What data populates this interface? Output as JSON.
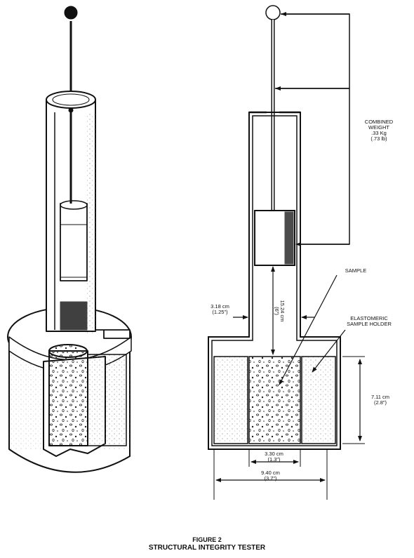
{
  "figure": {
    "number": "FIGURE 2",
    "title": "STRUCTURAL INTEGRITY TESTER"
  },
  "labels": {
    "combined_weight": [
      "COMBINED",
      "WEIGHT",
      ".33 Kg",
      "(.73 lb)"
    ],
    "sample": "SAMPLE",
    "sample_holder": [
      "ELASTOMERIC",
      "SAMPLE HOLDER"
    ],
    "wall_gap": [
      "3.18 cm",
      "(1.25\")"
    ],
    "drop_height": [
      "15.24 cm",
      "(6\")"
    ],
    "holder_height": [
      "7.11 cm",
      "(2.8\")"
    ],
    "sample_width": [
      "3.30 cm",
      "(1.3\")"
    ],
    "holder_width": [
      "9.40 cm",
      "(3.7\")"
    ]
  },
  "colors": {
    "ink": "#111111",
    "speckle": "#b8b8b8"
  }
}
